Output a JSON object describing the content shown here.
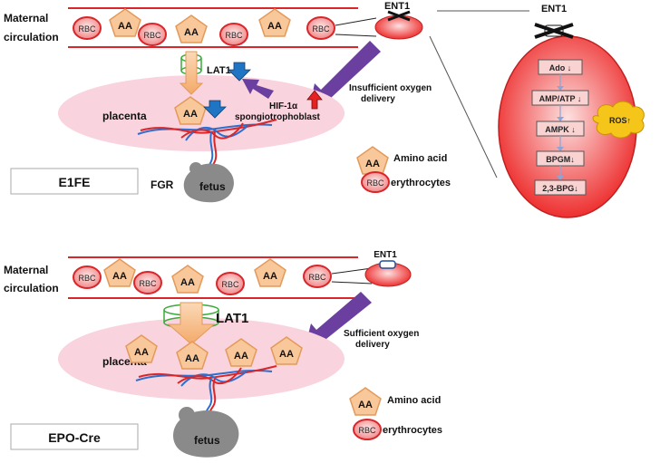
{
  "colors": {
    "vessel_line": "#d9262a",
    "rbc_fill": "#f9d2d2",
    "rbc_stroke": "#d9262a",
    "aa_fill": "#f8c79a",
    "aa_stroke": "#e39a5a",
    "placenta_fill": "#f9d3dd",
    "arrow_purple": "#6b3fa0",
    "arrow_blue": "#1f74c4",
    "arrow_red": "#e52222",
    "cell_red": "#ef3b3b",
    "ros_fill": "#f5c51a",
    "fetus_gray": "#8a8a8a"
  },
  "top": {
    "maternal_circulation": [
      "Maternal",
      "circulation"
    ],
    "rbc_label": "RBC",
    "aa_label": "AA",
    "ent1": "ENT1",
    "lat1": "LAT1",
    "placenta": "placenta",
    "hif": "HIF-1α",
    "spongio": "spongiotrophoblast",
    "oxygen": [
      "Insufficient oxygen",
      "delivery"
    ],
    "fgr": "FGR",
    "fetus": "fetus",
    "genotype": "E1FE",
    "legend_aa": "Amino acid",
    "legend_rbc": "erythrocytes"
  },
  "cell": {
    "ent1": "ENT1",
    "steps": [
      "Ado ↓",
      "AMP/ATP ↓",
      "AMPK ↓",
      "BPGM↓",
      "2,3-BPG↓"
    ],
    "ros": "ROS↑"
  },
  "bottom": {
    "maternal_circulation": [
      "Maternal",
      "circulation"
    ],
    "rbc_label": "RBC",
    "aa_label": "AA",
    "ent1": "ENT1",
    "lat1": "LAT1",
    "placenta": "placenta",
    "oxygen": [
      "Sufficient oxygen",
      "delivery"
    ],
    "fetus": "fetus",
    "genotype": "EPO-Cre",
    "legend_aa": "Amino acid",
    "legend_rbc": "erythrocytes"
  }
}
